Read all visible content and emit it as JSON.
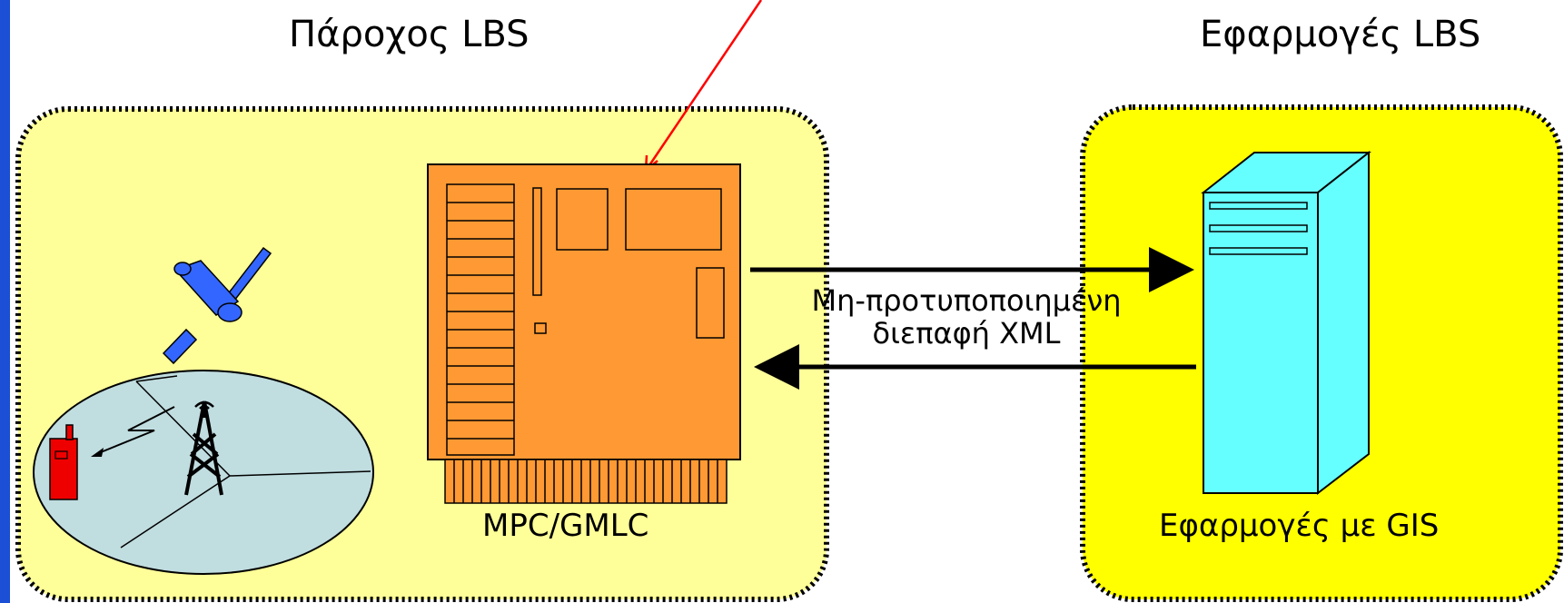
{
  "colors": {
    "left_bar": "#1a4fd6",
    "provider_box_fill": "#ffff99",
    "apps_box_fill": "#ffff00",
    "board_fill": "#ff9933",
    "server_fill": "#66ffff",
    "map_fill": "#c0dde0",
    "phone_fill": "#ee0000",
    "satellite_fill": "#3366ff",
    "pointer_line": "#ff0000"
  },
  "icons": [
    "satellite-icon",
    "cell-tower-icon",
    "mobile-phone-icon",
    "server-icon",
    "circuit-board-icon"
  ],
  "labels": {
    "provider_title": "Πάροχος LBS",
    "apps_title": "Εφαρμογές LBS",
    "board_caption": "MPC/GMLC",
    "interface_line1": "Μη-προτυποποιημένη",
    "interface_line2": "διεπαφή XML",
    "server_caption": "Εφαρμογές με GIS"
  }
}
